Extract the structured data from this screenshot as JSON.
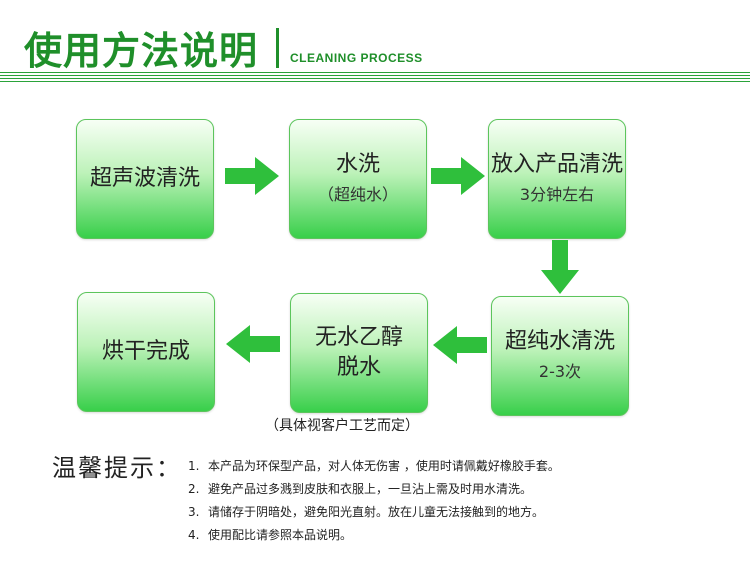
{
  "header": {
    "title": "使用方法说明",
    "subtitle": "CLEANING PROCESS"
  },
  "steps": [
    {
      "title": "超声波清洗",
      "sub": ""
    },
    {
      "title": "水洗",
      "sub": "（超纯水）"
    },
    {
      "title": "放入产品清洗",
      "sub": "3分钟左右"
    },
    {
      "title": "超纯水清洗",
      "sub": "2-3次"
    },
    {
      "title": "无水乙醇",
      "sub": "脱水"
    },
    {
      "title": "烘干完成",
      "sub": ""
    }
  ],
  "note": "（具体视客户工艺而定）",
  "tips": {
    "heading": "温馨提示：",
    "items": [
      {
        "num": "1.",
        "text": "本产品为环保型产品，对人体无伤害 ，使用时请佩戴好橡胶手套。"
      },
      {
        "num": "2.",
        "text": "避免产品过多溅到皮肤和衣服上，一旦沾上需及时用水清洗。"
      },
      {
        "num": "3.",
        "text": "请储存于阴暗处，避免阳光直射。放在儿童无法接触到的地方。"
      },
      {
        "num": "4.",
        "text": "使用配比请参照本品说明。"
      }
    ]
  },
  "colors": {
    "brand_green": "#1f8f2a",
    "arrow_green": "#2fbf3c"
  }
}
